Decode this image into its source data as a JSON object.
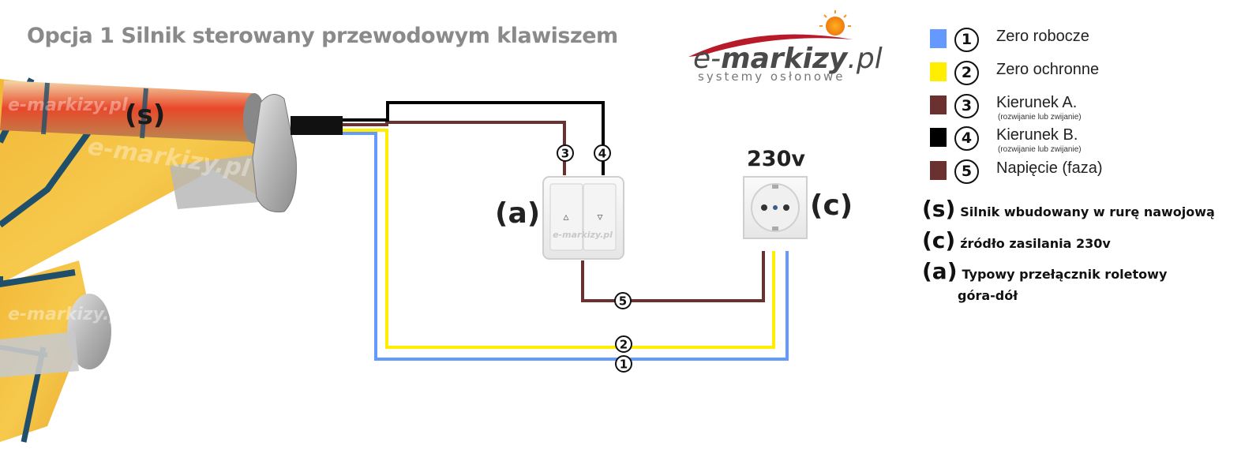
{
  "title": "Opcja 1 Silnik sterowany przewodowym klawiszem",
  "logo": {
    "brand_prefix": "e-",
    "brand_main": "markizy",
    "brand_suffix": ".pl",
    "tagline": "systemy osłonowe"
  },
  "watermark": "e-markizy.pl",
  "diagram_labels": {
    "motor": "(s)",
    "switch": "(a)",
    "socket": "(c)",
    "voltage": "230v"
  },
  "wire_numbers": [
    "1",
    "2",
    "3",
    "4",
    "5"
  ],
  "switch_arrows": {
    "up": "▵",
    "down": "▿"
  },
  "colors": {
    "wire_1": "#6699ff",
    "wire_2": "#ffee00",
    "wire_3": "#6b3030",
    "wire_4": "#000000",
    "wire_5": "#6b3030"
  },
  "legend": [
    {
      "num": "1",
      "label": "Zero robocze",
      "note": "",
      "color": "#6699ff"
    },
    {
      "num": "2",
      "label": "Zero ochronne",
      "note": "",
      "color": "#ffee00"
    },
    {
      "num": "3",
      "label": "Kierunek A.",
      "note": "(rozwijanie lub zwijanie)",
      "color": "#6b3030"
    },
    {
      "num": "4",
      "label": "Kierunek B.",
      "note": "(rozwijanie lub zwijanie)",
      "color": "#000000"
    },
    {
      "num": "5",
      "label": "Napięcie (faza)",
      "note": "",
      "color": "#6b3030"
    }
  ],
  "key": [
    {
      "letter": "(s)",
      "text": "Silnik wbudowany w rurę nawojową"
    },
    {
      "letter": "(c)",
      "text": "źródło  zasilania 230v"
    },
    {
      "letter": "(a)",
      "text": "Typowy przełącznik roletowy",
      "text2": "góra-dół"
    }
  ]
}
